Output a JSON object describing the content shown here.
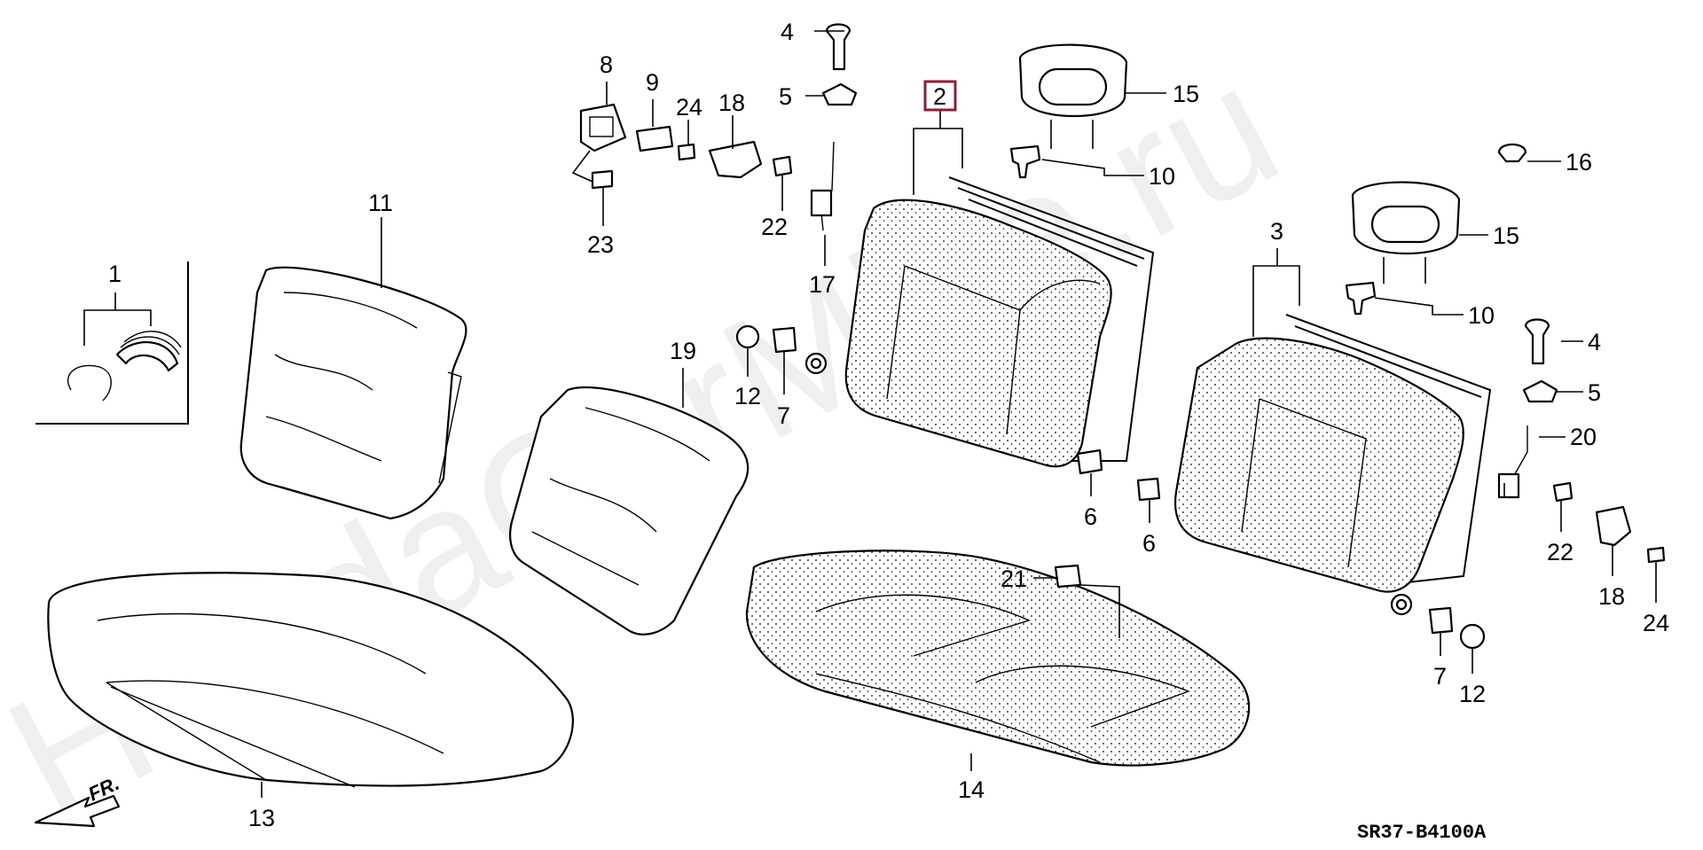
{
  "watermark": "HondaCarMine.ru",
  "reference_code": "SR37-B4100A",
  "front_indicator": "FR.",
  "highlight_color": "#8a1f3a",
  "callouts": {
    "c1": "1",
    "c2": "2",
    "c3": "3",
    "c4a": "4",
    "c4b": "4",
    "c5a": "5",
    "c5b": "5",
    "c6a": "6",
    "c6b": "6",
    "c7a": "7",
    "c7b": "7",
    "c8": "8",
    "c9": "9",
    "c10a": "10",
    "c10b": "10",
    "c11": "11",
    "c12a": "12",
    "c12b": "12",
    "c13": "13",
    "c14": "14",
    "c15a": "15",
    "c15b": "15",
    "c16": "16",
    "c17": "17",
    "c18a": "18",
    "c18b": "18",
    "c19": "19",
    "c20": "20",
    "c21": "21",
    "c22a": "22",
    "c22b": "22",
    "c23": "23",
    "c24a": "24",
    "c24b": "24"
  }
}
